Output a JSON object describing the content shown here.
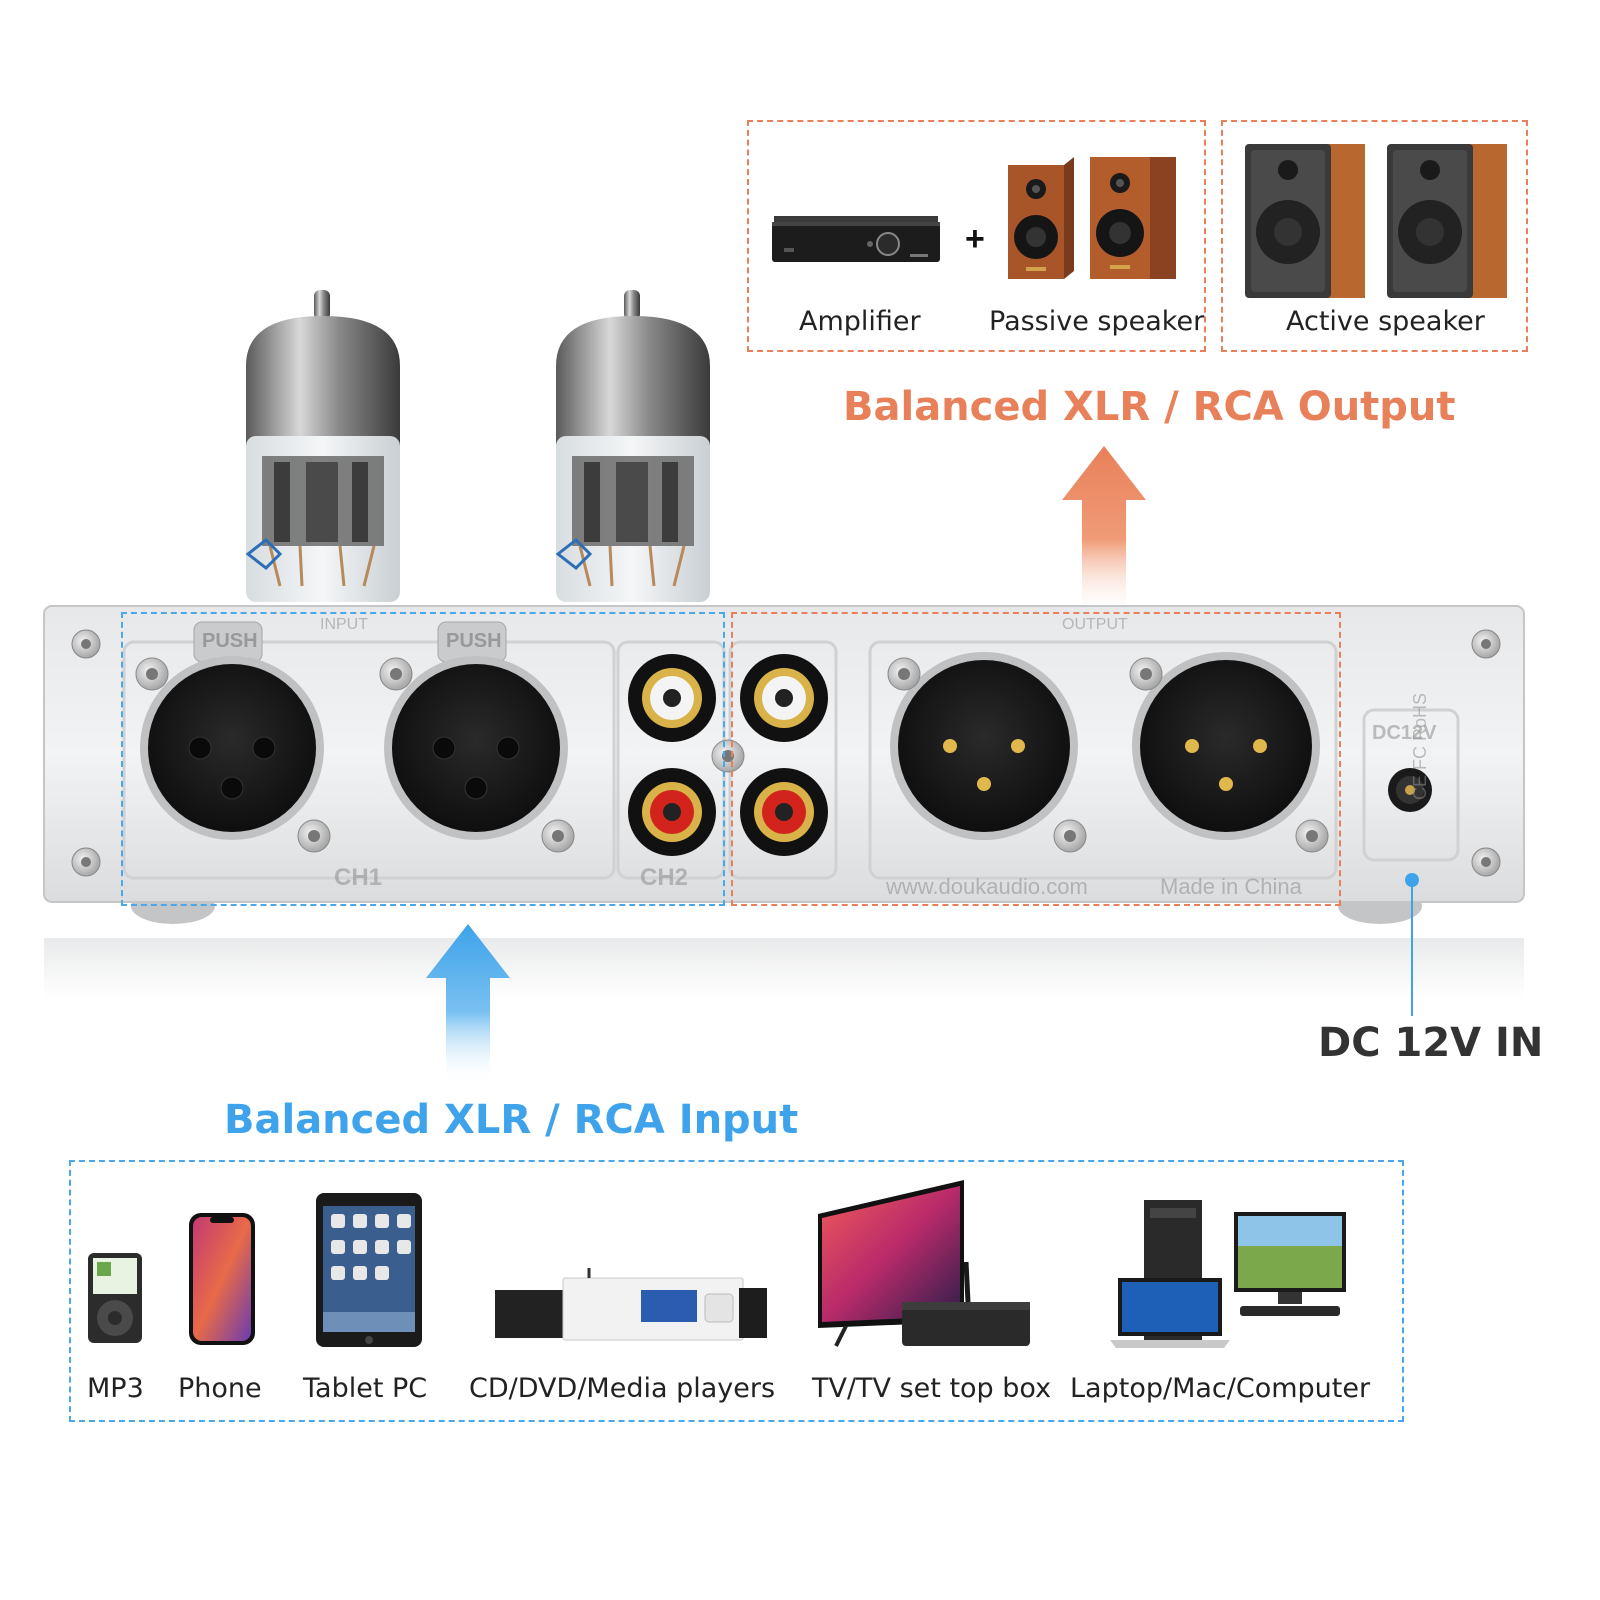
{
  "output": {
    "title": "Balanced XLR / RCA Output",
    "devices": [
      {
        "label": "Amplifier",
        "icon": "amplifier-icon"
      },
      {
        "label": "Passive speaker",
        "icon": "passive-speaker-icon"
      },
      {
        "label": "Active speaker",
        "icon": "active-speaker-icon"
      }
    ],
    "plus": "+"
  },
  "input": {
    "title": "Balanced XLR / RCA Input",
    "devices": [
      {
        "label": "MP3",
        "icon": "mp3-player-icon"
      },
      {
        "label": "Phone",
        "icon": "phone-icon"
      },
      {
        "label": "Tablet PC",
        "icon": "tablet-icon"
      },
      {
        "label": "CD/DVD/Media players",
        "icon": "media-player-icon"
      },
      {
        "label": "TV/TV set top box",
        "icon": "tv-icon"
      },
      {
        "label": "Laptop/Mac/Computer",
        "icon": "computer-icon"
      }
    ]
  },
  "power": {
    "label": "DC 12V IN"
  },
  "panel": {
    "input_label": "INPUT",
    "output_label": "OUTPUT",
    "push_label": "PUSH",
    "ch1": "CH1",
    "ch2": "CH2",
    "dc_label": "DC12V",
    "website": "www.doukaudio.com",
    "made_in": "Made in China",
    "cert": "CE FC RoHS"
  },
  "colors": {
    "output_accent": "#e8805a",
    "input_accent": "#3ea3ea",
    "power_text": "#333333"
  }
}
